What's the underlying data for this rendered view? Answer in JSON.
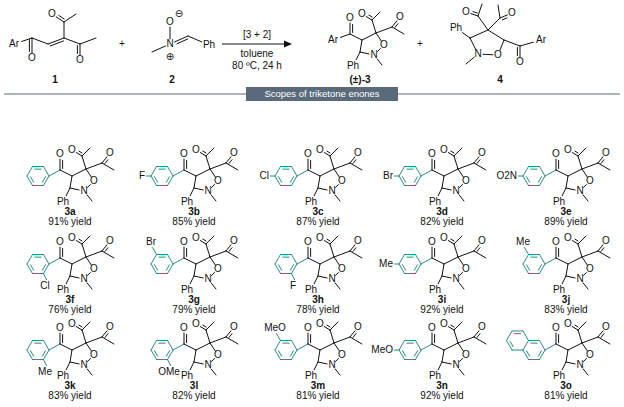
{
  "diagram": {
    "nodes": [
      {
        "text": [
          "Scopes of triketone enones"
        ]
      }
    ],
    "labels": [
      "Ar",
      "O",
      "O",
      "O",
      "1",
      "+",
      "O",
      "⊖",
      "N",
      "⊕",
      "Ph",
      "2",
      "[3 + 2]",
      "toluene",
      "80 ºC, 24 h",
      "Ar",
      "O",
      "O",
      "O",
      "O",
      "N",
      "Ph",
      "(±)-3",
      "+",
      "Ph",
      "O",
      "O",
      "N",
      "O",
      "O",
      "Ar",
      "4",
      "O",
      "O",
      "O",
      "O",
      "N",
      "Ph",
      "3a",
      "91% yield",
      "F",
      "O",
      "O",
      "O",
      "O",
      "N",
      "Ph",
      "3b",
      "85% yield",
      "Cl",
      "O",
      "O",
      "O",
      "O",
      "N",
      "Ph",
      "3c",
      "87% yield",
      "Br",
      "O",
      "O",
      "O",
      "O",
      "N",
      "Ph",
      "3d",
      "82% yield",
      "O2N",
      "O",
      "O",
      "O",
      "O",
      "N",
      "Ph",
      "3e",
      "89% yield",
      "Cl",
      "O",
      "O",
      "O",
      "O",
      "N",
      "Ph",
      "3f",
      "76% yield",
      "Br",
      "O",
      "O",
      "O",
      "O",
      "N",
      "Ph",
      "3g",
      "79% yield",
      "F",
      "O",
      "O",
      "O",
      "O",
      "N",
      "Ph",
      "3h",
      "78% yield",
      "Me",
      "O",
      "O",
      "O",
      "O",
      "N",
      "Ph",
      "3i",
      "92% yield",
      "Me",
      "O",
      "O",
      "O",
      "O",
      "N",
      "Ph",
      "3j",
      "83% yield",
      "Me",
      "O",
      "O",
      "O",
      "O",
      "N",
      "Ph",
      "3k",
      "83% yield",
      "OMe",
      "O",
      "O",
      "O",
      "O",
      "N",
      "Ph",
      "3l",
      "82% yield",
      "MeO",
      "O",
      "O",
      "O",
      "O",
      "N",
      "Ph",
      "3m",
      "81% yield",
      "MeO",
      "O",
      "O",
      "O",
      "O",
      "N",
      "Ph",
      "3n",
      "92% yield",
      "O",
      "O",
      "O",
      "O",
      "N",
      "Ph",
      "3o",
      "81% yield"
    ]
  }
}
